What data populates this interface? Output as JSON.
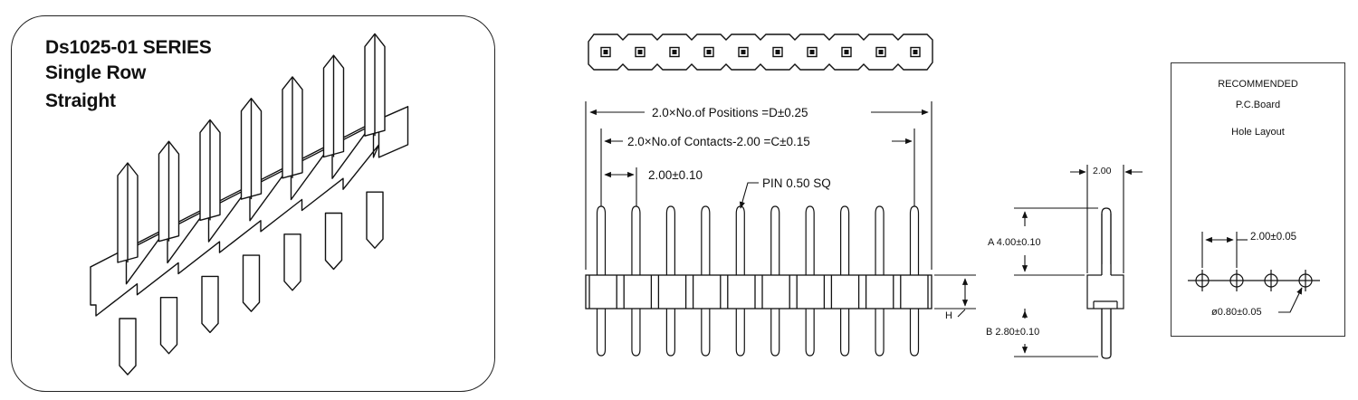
{
  "product": {
    "series": "Ds1025-01  SERIES",
    "row_type": "Single Row",
    "style": "Straight"
  },
  "front_view": {
    "positions_dim": "2.0×No.of Positions =D±0.25",
    "contacts_dim": "2.0×No.of Contacts-2.00 =C±0.15",
    "pitch_dim": "2.00±0.10",
    "pin_label": "PIN 0.50 SQ",
    "housing_height_label": "H",
    "pin_count": 10
  },
  "side_view": {
    "width_dim": "2.00",
    "a_dim": "A 4.00±0.10",
    "b_dim": "B 2.80±0.10"
  },
  "pcb_layout": {
    "title_line1": "RECOMMENDED",
    "title_line2": "P.C.Board",
    "title_line3": "Hole Layout",
    "pitch_dim": "2.00±0.05",
    "hole_dim": "ø0.80±0.05",
    "hole_count": 4
  }
}
